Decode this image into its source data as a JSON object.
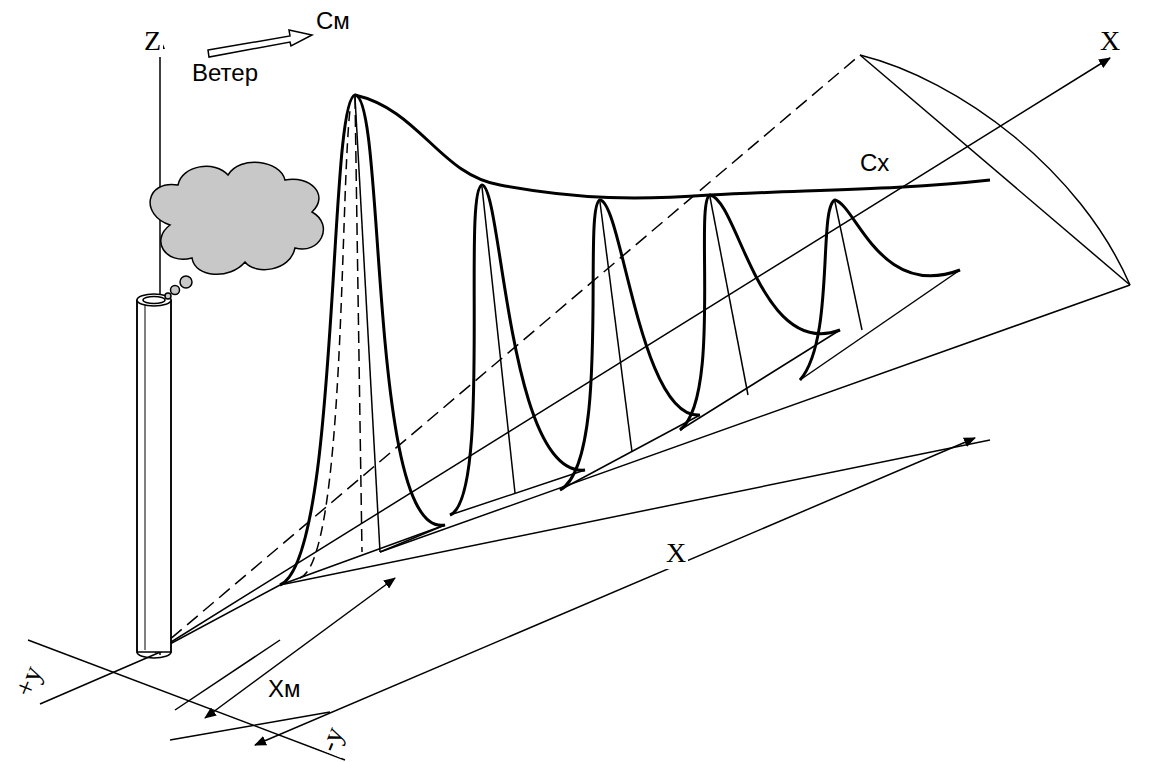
{
  "diagram": {
    "labels": [
      "Z",
      "Ветер",
      "См",
      "Сх",
      "X",
      "X",
      "Хм",
      "+y",
      "-y"
    ]
  }
}
